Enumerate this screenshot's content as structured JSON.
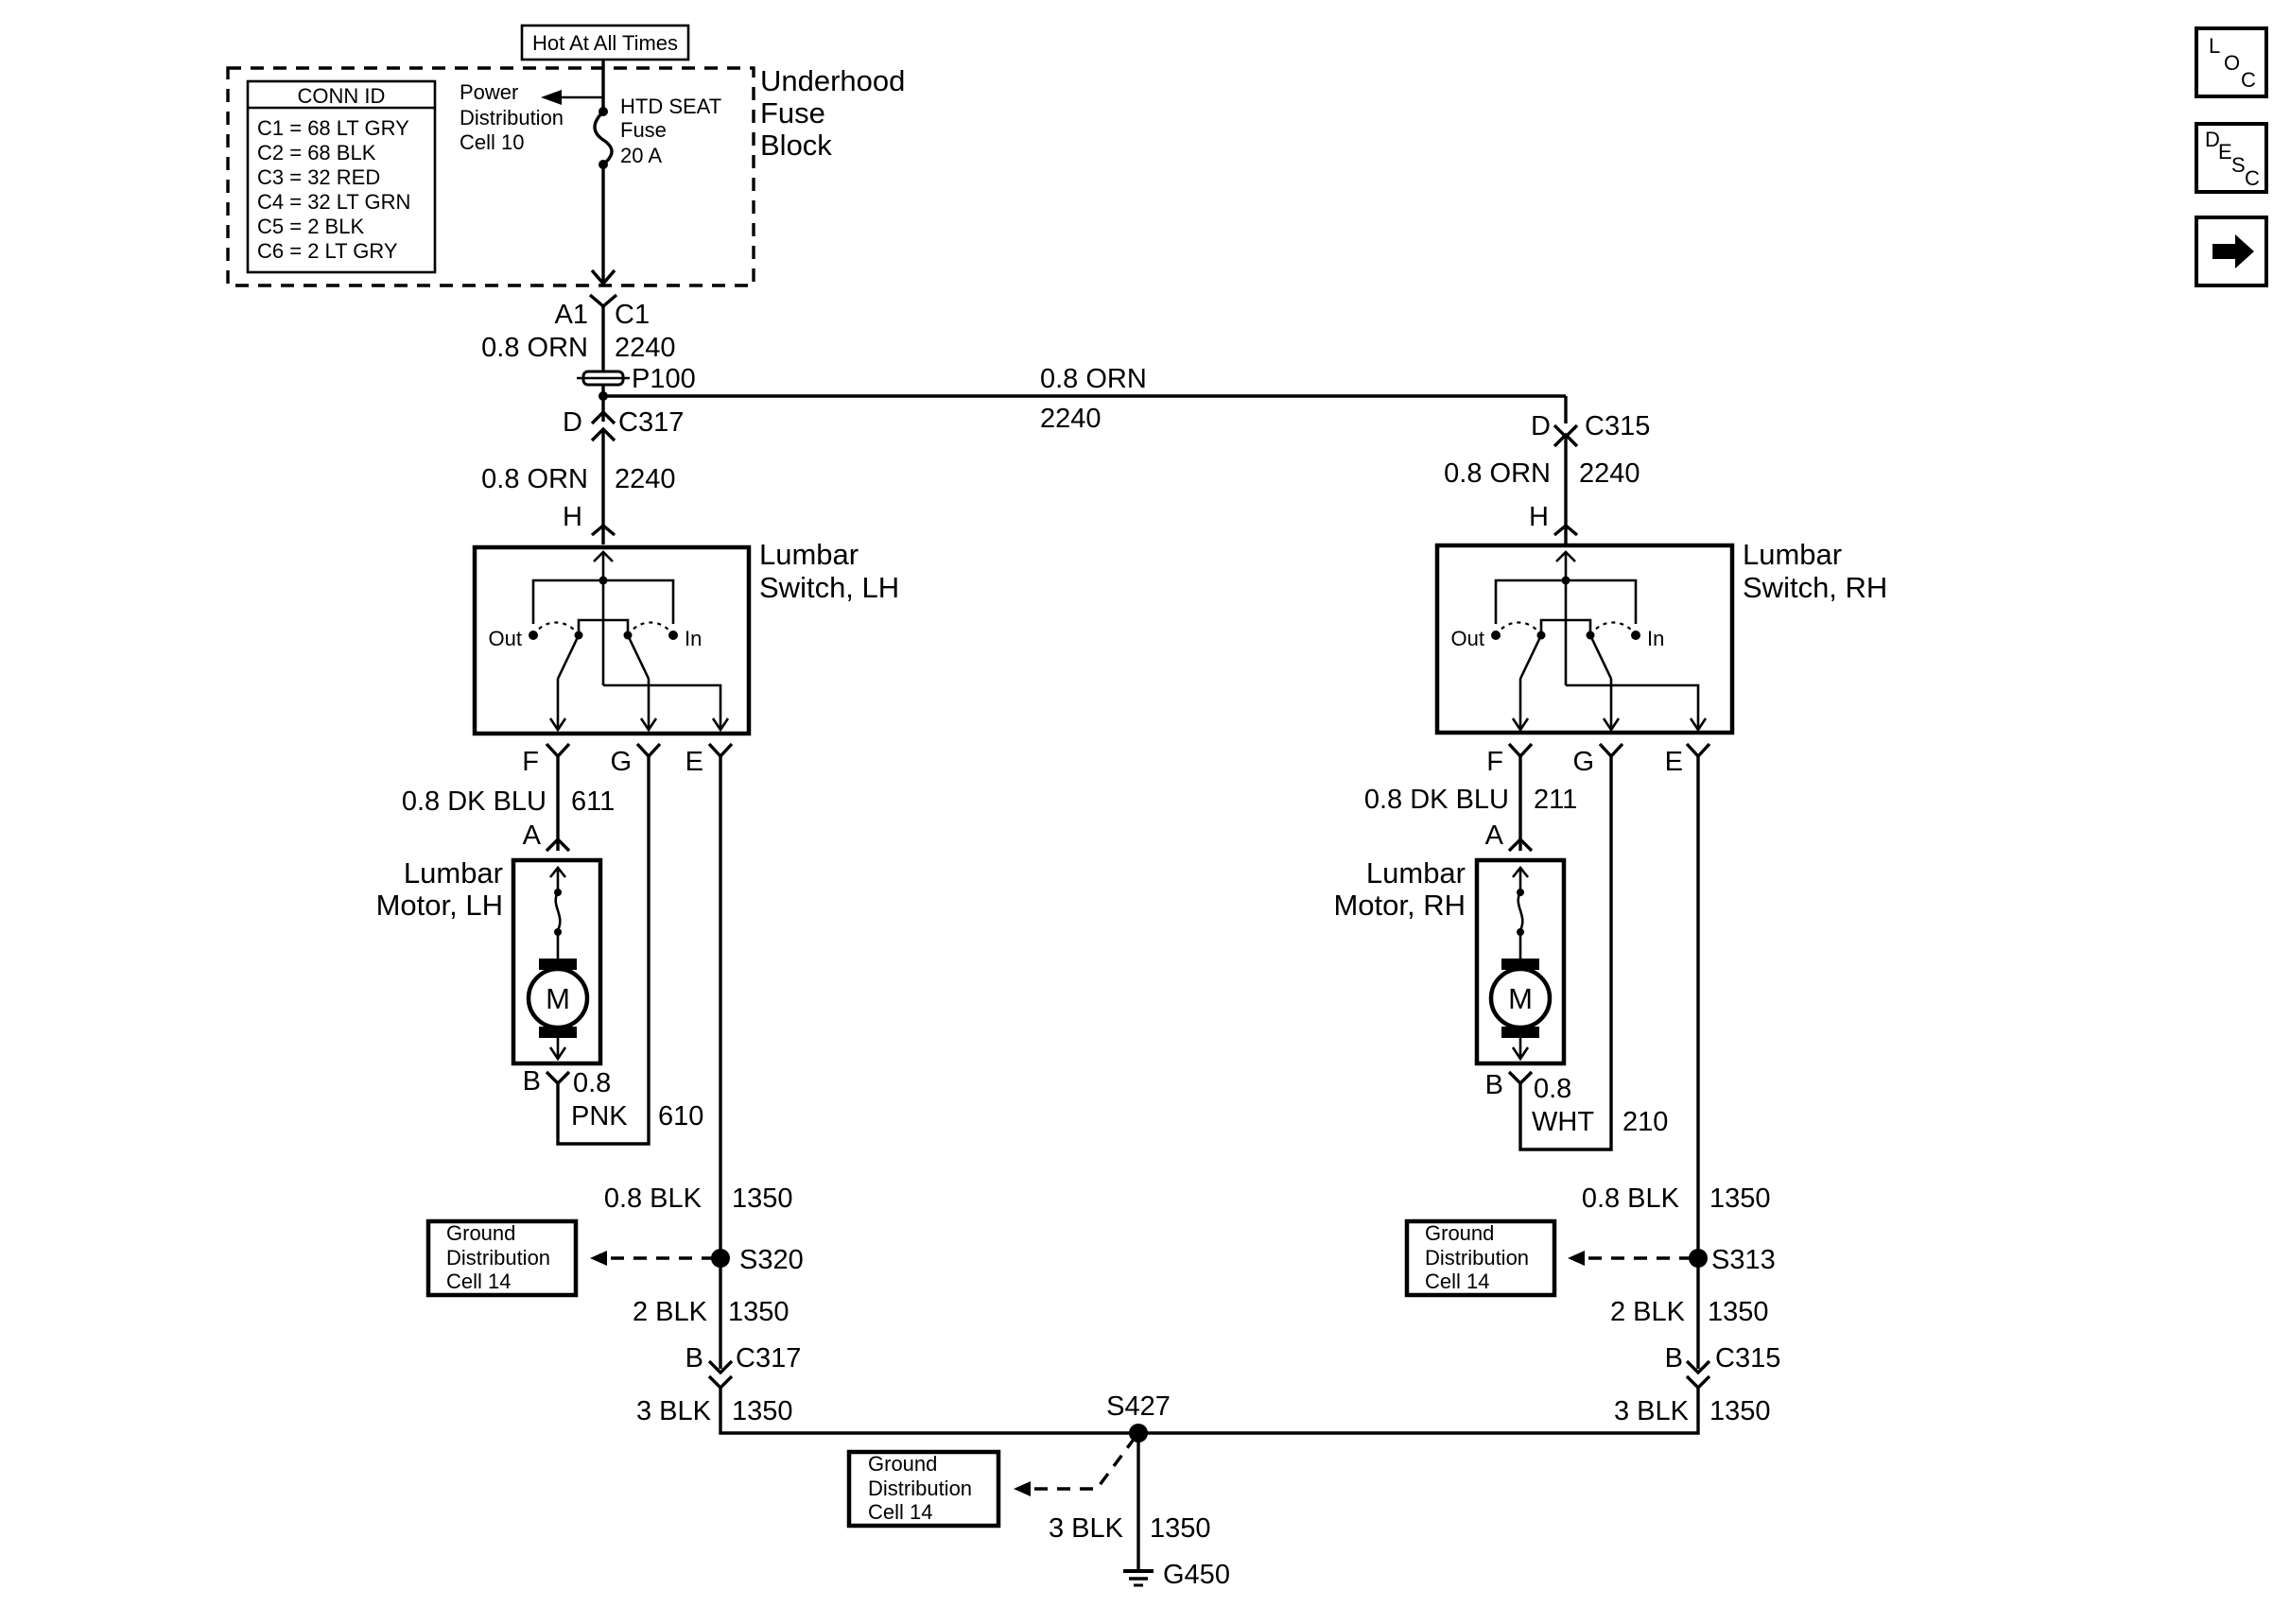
{
  "fuse_block": {
    "hot_label": "Hot At All Times",
    "name_line1": "Underhood",
    "name_line2": "Fuse",
    "name_line3": "Block",
    "power_dist_line1": "Power",
    "power_dist_line2": "Distribution",
    "power_dist_line3": "Cell 10",
    "fuse_line1": "HTD SEAT",
    "fuse_line2": "Fuse",
    "fuse_line3": "20 A"
  },
  "conn_id": {
    "title": "CONN ID",
    "rows": [
      "C1 = 68 LT GRY",
      "C2 = 68 BLK",
      "C3 = 32 RED",
      "C4 = 32 LT GRN",
      "C5 = 2 BLK",
      "C6 = 2 LT GRY"
    ]
  },
  "top_feed": {
    "pin_a1": "A1",
    "conn_c1": "C1",
    "wire": "0.8 ORN",
    "circuit": "2240",
    "passthrough": "P100"
  },
  "cross_wire": {
    "wire": "0.8 ORN",
    "circuit": "2240"
  },
  "left": {
    "c317_pin_d": "D",
    "c317": "C317",
    "feed_wire": "0.8 ORN",
    "feed_circuit": "2240",
    "pin_h": "H",
    "switch_line1": "Lumbar",
    "switch_line2": "Switch, LH",
    "out_label": "Out",
    "in_label": "In",
    "pin_f": "F",
    "pin_g": "G",
    "pin_e": "E",
    "motor_wire": "0.8 DK BLU",
    "motor_circuit": "611",
    "motor_pin_a": "A",
    "motor_line1": "Lumbar",
    "motor_line2": "Motor, LH",
    "motor_symbol": "M",
    "motor_pin_b": "B",
    "return_wire_gauge": "0.8",
    "return_wire_color": "PNK",
    "return_circuit": "610",
    "gnd_wire": "0.8 BLK",
    "gnd_circuit": "1350",
    "ground_ref_line1": "Ground",
    "ground_ref_line2": "Distribution",
    "ground_ref_line3": "Cell 14",
    "splice": "S320",
    "splice_wire": "2 BLK",
    "splice_circuit": "1350",
    "c317_pin_b": "B",
    "c317_bottom": "C317",
    "bottom_wire": "3 BLK",
    "bottom_circuit": "1350"
  },
  "right": {
    "c315_pin_d": "D",
    "c315": "C315",
    "feed_wire": "0.8 ORN",
    "feed_circuit": "2240",
    "pin_h": "H",
    "switch_line1": "Lumbar",
    "switch_line2": "Switch, RH",
    "out_label": "Out",
    "in_label": "In",
    "pin_f": "F",
    "pin_g": "G",
    "pin_e": "E",
    "motor_wire": "0.8 DK BLU",
    "motor_circuit": "211",
    "motor_pin_a": "A",
    "motor_line1": "Lumbar",
    "motor_line2": "Motor, RH",
    "motor_symbol": "M",
    "motor_pin_b": "B",
    "return_wire_gauge": "0.8",
    "return_wire_color": "WHT",
    "return_circuit": "210",
    "gnd_wire": "0.8 BLK",
    "gnd_circuit": "1350",
    "ground_ref_line1": "Ground",
    "ground_ref_line2": "Distribution",
    "ground_ref_line3": "Cell 14",
    "splice": "S313",
    "splice_wire": "2 BLK",
    "splice_circuit": "1350",
    "c315_pin_b": "B",
    "c315_bottom": "C315",
    "bottom_wire": "3 BLK",
    "bottom_circuit": "1350"
  },
  "ground": {
    "splice": "S427",
    "ground_ref_line1": "Ground",
    "ground_ref_line2": "Distribution",
    "ground_ref_line3": "Cell 14",
    "wire": "3 BLK",
    "circuit": "1350",
    "ground_point": "G450"
  },
  "nav": {
    "loc_l": "L",
    "loc_o": "O",
    "loc_c": "C",
    "desc_d": "D",
    "desc_e": "E",
    "desc_s": "S",
    "desc_c": "C",
    "next_icon": "arrow-right-icon"
  }
}
